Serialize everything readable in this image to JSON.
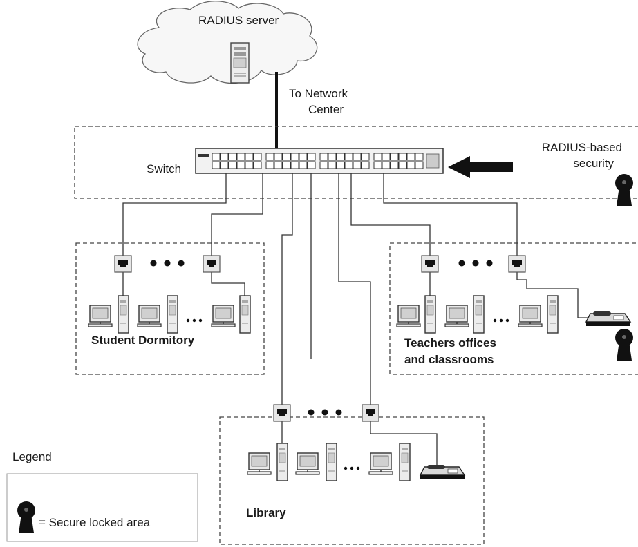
{
  "labels": {
    "radius_server": "RADIUS server",
    "to_network_center_1": "To Network",
    "to_network_center_2": "Center",
    "switch": "Switch",
    "radius_based_1": "RADIUS-based",
    "radius_based_2": "security",
    "student_dormitory": "Student Dormitory",
    "teachers_1": "Teachers  offices",
    "teachers_2": "and classrooms",
    "library": "Library",
    "legend_title": "Legend",
    "legend_item": "= Secure locked area"
  },
  "icons": {
    "cloud": "cloud-icon",
    "server": "server-tower-icon",
    "switch": "network-switch-icon",
    "arrow": "thick-arrow-left-icon",
    "lock": "keyhole-lock-icon",
    "jack": "rj45-wall-jack-icon",
    "pc": "desktop-computer-icon",
    "tower": "pc-tower-icon",
    "phone": "ip-phone-icon"
  },
  "colors": {
    "line": "#333333",
    "dashed": "#444444",
    "icon_fill": "#d9d9d9",
    "dark": "#111111",
    "cloud_fill": "#f7f7f7"
  }
}
